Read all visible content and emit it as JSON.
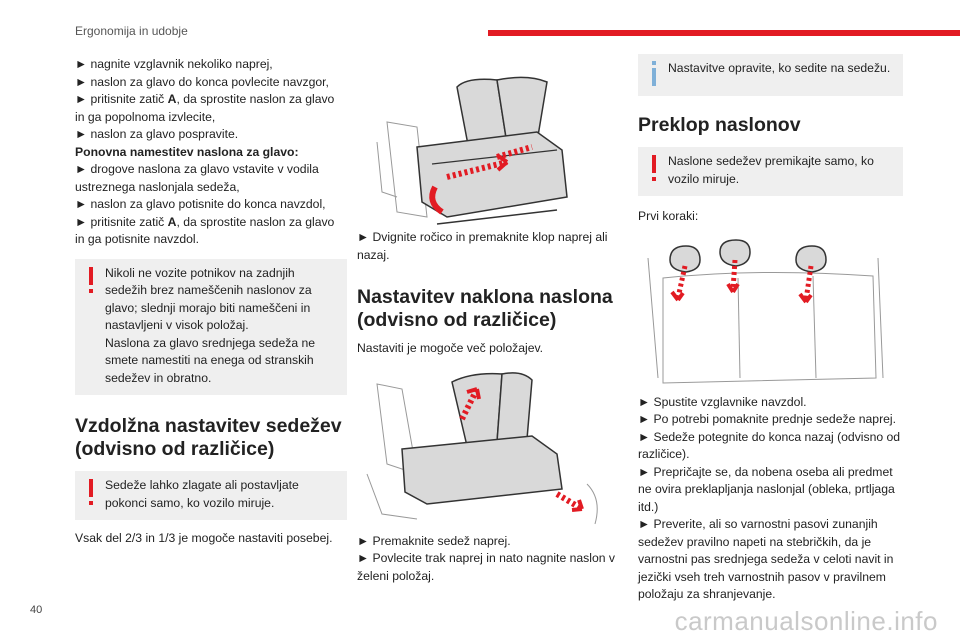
{
  "header": {
    "title": "Ergonomija in udobje"
  },
  "page_number": "40",
  "watermark": "carmanualsonline.info",
  "col1": {
    "lines": [
      "► nagnite vzglavnik nekoliko naprej,",
      "► naslon za glavo do konca povlecite navzgor,",
      "► pritisnite zatič ",
      "A",
      ", da sprostite naslon za glavo in ga popolnoma izvlecite,",
      "► naslon za glavo pospravite."
    ],
    "reinstall_title": "Ponovna namestitev naslona za glavo:",
    "reinstall_lines": [
      "► drogove naslona za glavo vstavite v vodila ustreznega naslonjala sedeža,",
      "► naslon za glavo potisnite do konca navzdol,",
      "► pritisnite zatič ",
      "A",
      ", da sprostite naslon za glavo in ga potisnite navzdol."
    ],
    "warning1": "Nikoli ne vozite potnikov na zadnjih sedežih brez nameščenih naslonov za glavo; slednji morajo biti nameščeni in nastavljeni v visok položaj.",
    "warning1b": "Naslona za glavo srednjega sedeža ne smete namestiti na enega od stranskih sedežev in obratno.",
    "heading": "Vzdolžna nastavitev sedežev (odvisno od različice)",
    "warning2": "Sedeže lahko zlagate ali postavljate pokonci samo, ko vozilo miruje.",
    "text_end": "Vsak del 2/3 in 1/3 je mogoče nastaviti posebej."
  },
  "col2": {
    "caption1": "► Dvignite ročico in premaknite klop naprej ali nazaj.",
    "heading": "Nastavitev naklona naslona (odvisno od različice)",
    "intro": "Nastaviti je mogoče več položajev.",
    "caption2a": "► Premaknite sedež naprej.",
    "caption2b": "► Povlecite trak naprej in nato nagnite naslon v želeni položaj."
  },
  "col3": {
    "info": "Nastavitve opravite, ko sedite na sedežu.",
    "heading": "Preklop naslonov",
    "warning": "Naslone sedežev premikajte samo, ko vozilo miruje.",
    "first_steps": "Prvi koraki:",
    "steps": [
      "► Spustite vzglavnike navzdol.",
      "► Po potrebi pomaknite prednje sedeže naprej.",
      "► Sedeže potegnite do konca nazaj (odvisno od različice).",
      "► Prepričajte se, da nobena oseba ali predmet ne ovira preklapljanja naslonjal (obleka, prtljaga itd.)",
      "► Preverite, ali so varnostni pasovi zunanjih sedežev pravilno napeti na stebričkih, da je varnostni pas srednjega sedeža v celoti navit in jezički vseh treh varnostnih pasov v pravilnem položaju za shranjevanje."
    ]
  },
  "colors": {
    "accent": "#e21b23",
    "info": "#7fb0d8",
    "notice_bg": "#efefef"
  }
}
